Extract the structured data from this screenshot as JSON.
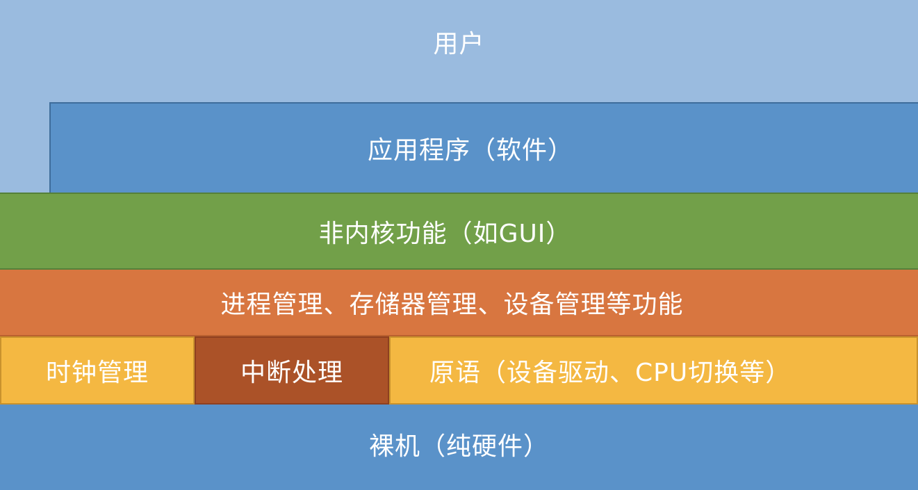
{
  "diagram": {
    "type": "os-layer-stack",
    "layers": {
      "user": {
        "label": "用户",
        "color": "#9abbdf"
      },
      "applications": {
        "label": "应用程序（软件）",
        "color": "#5a92c9"
      },
      "non_kernel": {
        "label": "非内核功能（如GUI）",
        "color": "#72a049"
      },
      "kernel_management": {
        "label": "进程管理、存储器管理、设备管理等功能",
        "color": "#d87640"
      },
      "kernel_core": [
        {
          "label": "时钟管理",
          "color": "#f4b842"
        },
        {
          "label": "中断处理",
          "color": "#ab5228"
        },
        {
          "label": "原语（设备驱动、CPU切换等）",
          "color": "#f4b842"
        }
      ],
      "hardware": {
        "label": "裸机（纯硬件）",
        "color": "#5a92c9"
      }
    }
  }
}
